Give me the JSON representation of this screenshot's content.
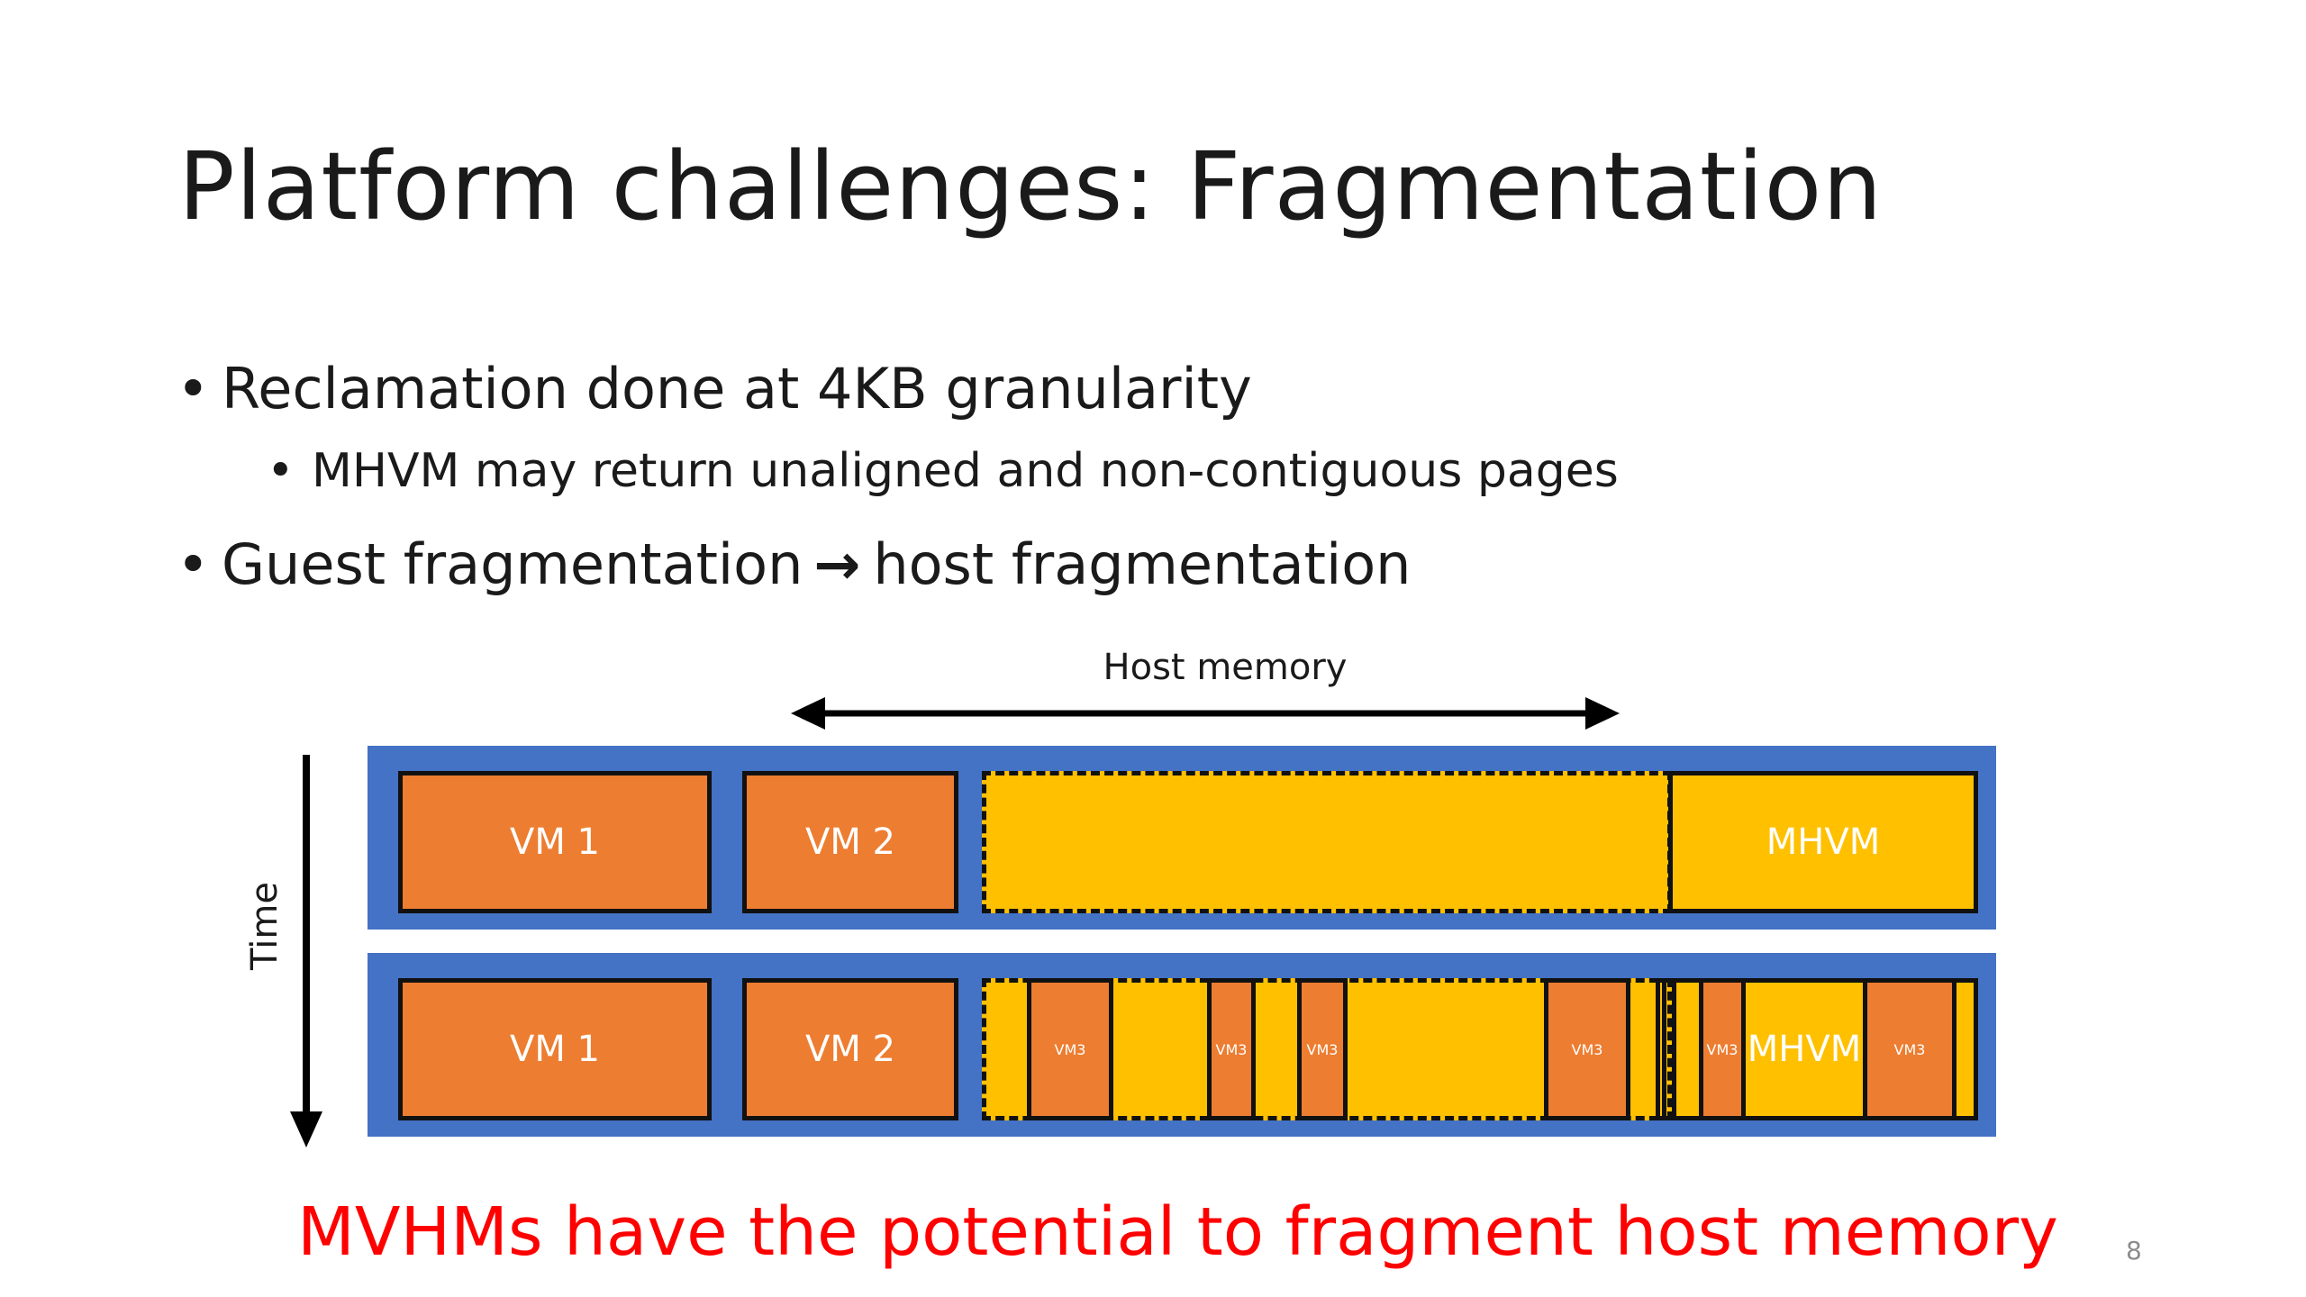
{
  "slide": {
    "title": "Platform challenges: Fragmentation",
    "bullets": [
      {
        "text": "Reclamation done at 4KB granularity",
        "sub": [
          "MHVM may return unaligned and non-contiguous pages"
        ]
      },
      {
        "text_before": "Guest fragmentation",
        "arrow": "→",
        "text_after": "host fragmentation"
      }
    ],
    "bullet_glyph": "•",
    "conclusion": "MVHMs have the potential to fragment host memory",
    "page_number": "8"
  },
  "diagram": {
    "horizontal_axis_label": "Host memory",
    "vertical_axis_label": "Time",
    "colors": {
      "row_background": "#4472c4",
      "vm_block": "#ed7d31",
      "free_region": "#ffc000",
      "conclusion_text": "#ff0000",
      "label_text": "#ffffff"
    },
    "row1": {
      "vm1": "VM 1",
      "vm2": "VM 2",
      "mhvm": "MHVM"
    },
    "row2": {
      "vm1": "VM 1",
      "vm2": "VM 2",
      "mhvm": "MHVM",
      "vm3_fragments": [
        "VM3",
        "VM3",
        "VM3",
        "VM3",
        "VM3",
        "VM3"
      ]
    }
  }
}
